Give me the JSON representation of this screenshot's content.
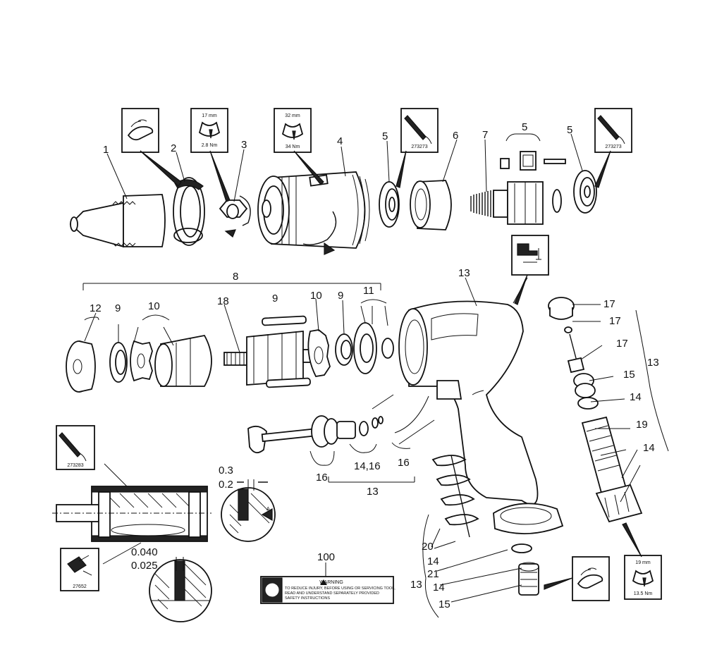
{
  "callouts": {
    "c1": "1",
    "c2": "2",
    "c3": "3",
    "c4": "4",
    "c5a": "5",
    "c5b": "5",
    "c5c": "5",
    "c6": "6",
    "c7": "7",
    "c8": "8",
    "c9a": "9",
    "c9b": "9",
    "c9c": "9",
    "c10a": "10",
    "c10b": "10",
    "c11": "11",
    "c12": "12",
    "c13a": "13",
    "c13b": "13",
    "c13c": "13",
    "c13d": "13",
    "c14a": "14",
    "c14b": "14",
    "c14c": "14",
    "c14d": "14",
    "c1416": "14,16",
    "c15a": "15",
    "c15b": "15",
    "c16a": "16",
    "c16b": "16",
    "c17a": "17",
    "c17b": "17",
    "c17c": "17",
    "c18": "18",
    "c19": "19",
    "c20": "20",
    "c21": "21",
    "c100": "100"
  },
  "torque_boxes": {
    "t1": {
      "size": "17 mm",
      "torque": "2.8 Nm"
    },
    "t2": {
      "size": "32 mm",
      "torque": "34 Nm"
    },
    "t3": {
      "size": "19 mm",
      "torque": "13.5 Nm"
    }
  },
  "tool_boxes": {
    "g1": "273273",
    "g2": "273273",
    "g3": "273283",
    "g4": "27652"
  },
  "tolerances": {
    "upper_a": "0.3",
    "upper_b": "0.2",
    "lower_a": "0.040",
    "lower_b": "0.025",
    "detail_marker": "A"
  },
  "warning_label": {
    "title": "WARNING",
    "line1": "TO REDUCE INJURY, BEFORE USING OR SERVICING TOOL,",
    "line2": "READ AND UNDERSTAND SEPARATELY PROVIDED",
    "line3": "SAFETY INSTRUCTIONS"
  },
  "icons": [
    "hand-grease-icon",
    "wrench-open-end-icon",
    "grease-gun-icon",
    "vise-icon",
    "press-tool-icon"
  ]
}
